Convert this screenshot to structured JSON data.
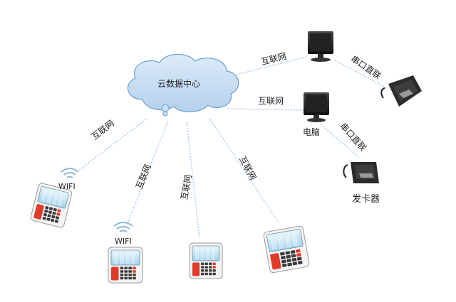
{
  "cloud": {
    "label": "云数据中心",
    "fill": "#c9def3",
    "stroke": "#6d9fd0"
  },
  "links": {
    "internet": "互联网",
    "serial": "串口直联"
  },
  "devices": {
    "computer_label": "电脑",
    "card_issuer_label": "发卡器",
    "wifi_label": "WIFI"
  },
  "colors": {
    "line": "#9cc0e2",
    "terminal_body": "#f4f4f4",
    "terminal_accent": "#e03a2a",
    "screen": "#b6dcef",
    "keypad": "#3a3a3a"
  }
}
